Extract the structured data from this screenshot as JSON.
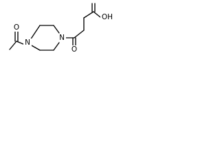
{
  "molecule": {
    "atoms": {
      "acetyl_oxygen": "O",
      "ring_nitrogen_left": "N",
      "ring_nitrogen_right": "N",
      "keto_oxygen": "O",
      "hydroxyl": "OH"
    },
    "colors": {
      "bond": "#000000",
      "label": "#000000",
      "background": "#ffffff"
    }
  }
}
